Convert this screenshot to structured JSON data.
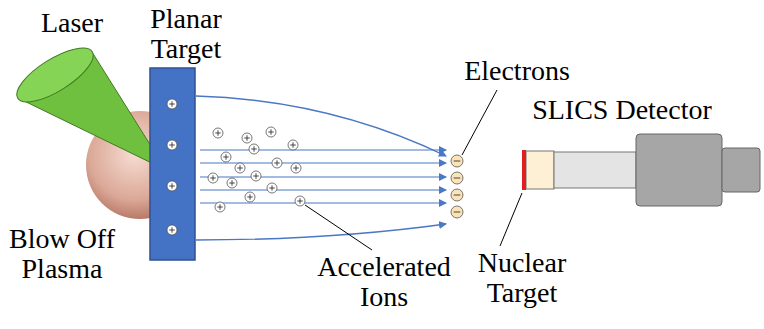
{
  "diagram": {
    "labels": [
      "Laser",
      "Planar Target",
      "Electrons",
      "SLICS Detector",
      "Blow Off Plasma",
      "Accelerated Ions",
      "Nuclear Target"
    ]
  }
}
